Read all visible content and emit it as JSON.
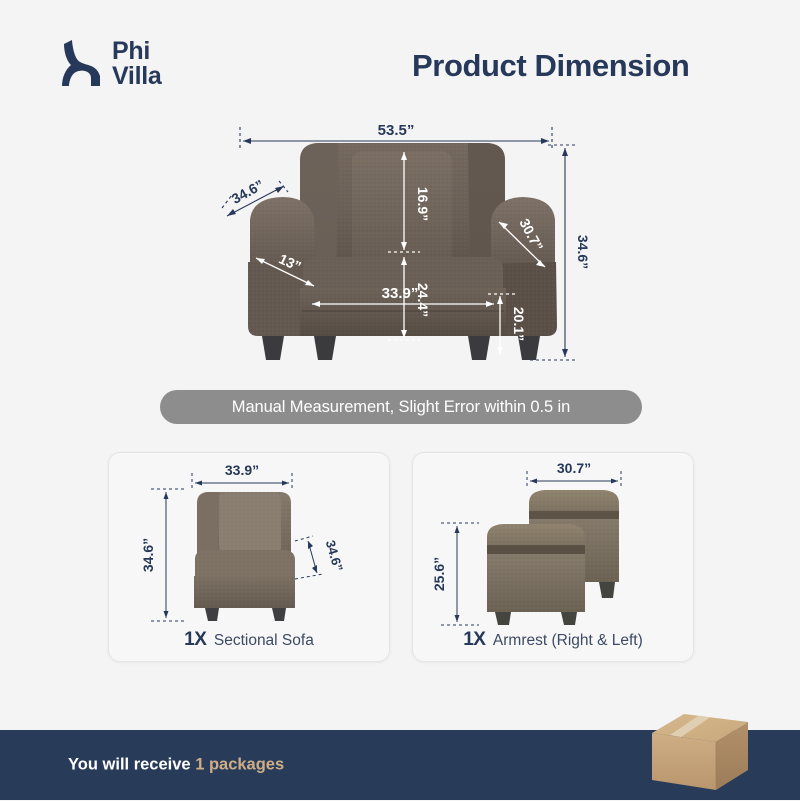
{
  "brand": {
    "logo_line1": "Phi",
    "logo_line2": "Villa",
    "logo_icon": "phi-villa-swoosh-icon",
    "color": "#27395a"
  },
  "header": {
    "title": "Product Dimension"
  },
  "main_diagram": {
    "product": "sectional-sofa-chair",
    "dimensions": {
      "overall_width": "53.5”",
      "overall_depth": "34.6”",
      "overall_height": "34.6”",
      "armrest_width": "13”",
      "armrest_depth": "30.7”",
      "backrest_height": "16.9”",
      "back_total_height": "24.4”",
      "seat_width": "33.9”",
      "seat_height": "20.1”"
    }
  },
  "note": {
    "text": "Manual Measurement, Slight Error within 0.5 in",
    "background": "#8d8d8d"
  },
  "cards": [
    {
      "qty": "1X",
      "name": "Sectional Sofa",
      "dimensions": {
        "width": "33.9”",
        "height": "34.6”",
        "depth": "34.6”"
      }
    },
    {
      "qty": "1X",
      "name": "Armrest (Right & Left)",
      "dimensions": {
        "width": "30.7”",
        "height": "25.6”"
      }
    }
  ],
  "footer": {
    "text": "You will receive",
    "count": "1 packages",
    "background": "#283c5a",
    "count_color": "#cfae86",
    "box_icon": "cardboard-box-icon"
  }
}
